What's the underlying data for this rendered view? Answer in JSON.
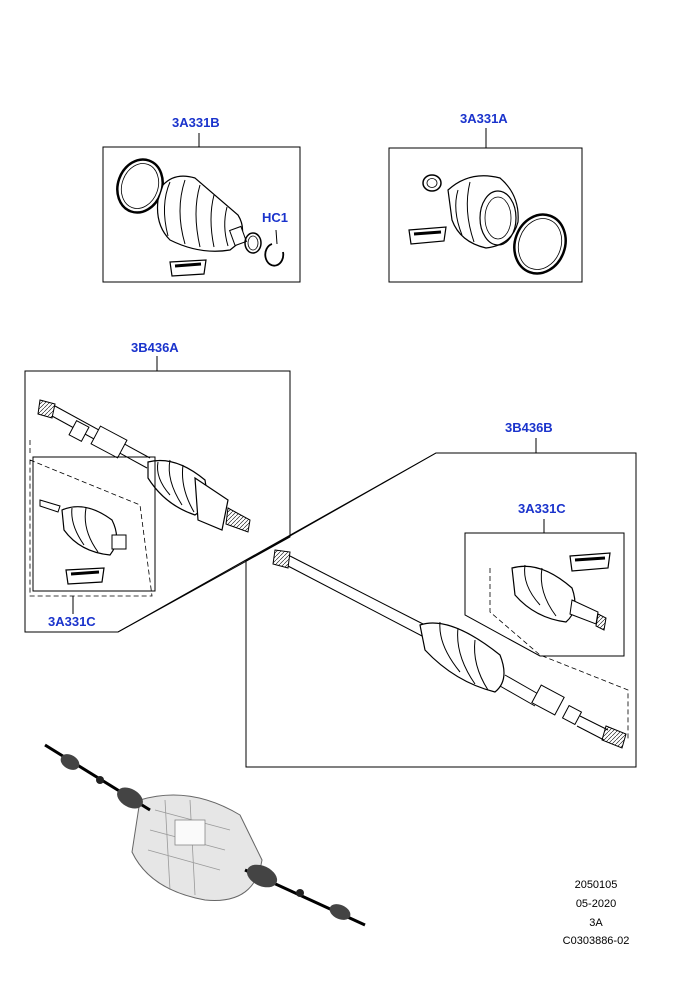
{
  "colors": {
    "label": "#1a33cc",
    "line": "#000000",
    "part_fill": "#ffffff",
    "boot_shade": "#cfcfcf",
    "engine_fill": "#e6e6e6"
  },
  "callouts": {
    "outer_boot_kit": "3A331B",
    "clip": "HC1",
    "inner_boot_kit": "3A331A",
    "left_shaft": "3B436A",
    "left_joint_kit": "3A331C",
    "right_shaft": "3B436B",
    "right_joint_kit": "3A331C"
  },
  "footer": {
    "line1": "2050105",
    "line2": "05-2020",
    "line3": "3A",
    "line4": "C0303886-02"
  },
  "icons": {
    "grease_packet": "grease-packet-icon",
    "clamp_ring": "clamp-ring-icon",
    "boot": "cv-boot-icon",
    "shaft": "drive-shaft-icon",
    "locator": "vehicle-locator-icon"
  }
}
